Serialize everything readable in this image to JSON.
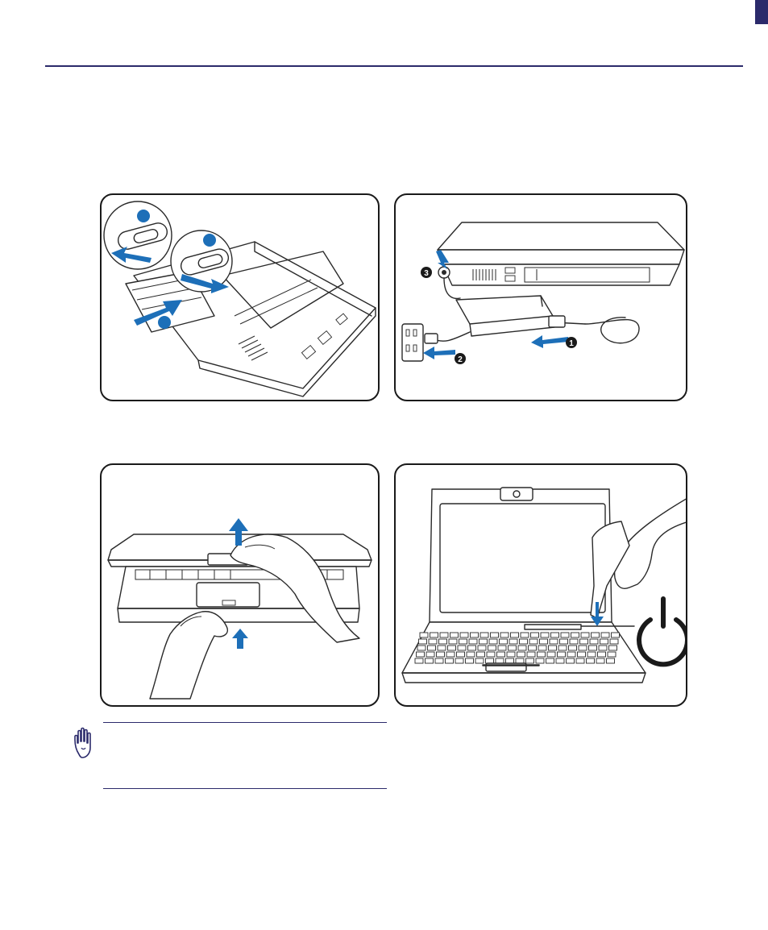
{
  "page": {
    "accent_color": "#2b2a6b",
    "arrow_color": "#1d6fb8"
  },
  "illustrations": {
    "battery": {
      "name": "battery-install-illustration"
    },
    "power_adapter": {
      "name": "power-adapter-connection-illustration",
      "step_markers": [
        "❶",
        "❷",
        "❸"
      ]
    },
    "open_lid": {
      "name": "open-lid-illustration"
    },
    "power_on": {
      "name": "power-button-illustration",
      "icon": "power-icon"
    }
  },
  "note": {
    "icon": "hand-stop-icon"
  }
}
